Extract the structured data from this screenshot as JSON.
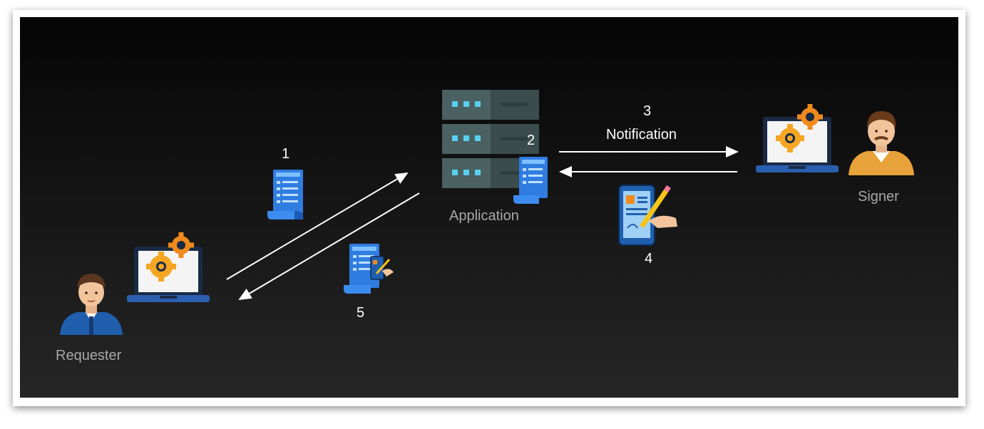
{
  "nodes": {
    "requester": "Requester",
    "application": "Application",
    "signer": "Signer"
  },
  "steps": {
    "step1": "1",
    "step2": "2",
    "step3": "3",
    "step3_label": "Notification",
    "step4": "4",
    "step5": "5"
  },
  "colors": {
    "background_top": "#050505",
    "background_bottom": "#262626",
    "arrow": "#ffffff",
    "server": "#3e5253",
    "document_blue": "#2f7de1",
    "gear_orange": "#f08a1c"
  },
  "icons": [
    "person-icon",
    "laptop-icon",
    "gear-icon",
    "server-icon",
    "document-icon",
    "signed-document-icon",
    "phone-sign-icon"
  ]
}
